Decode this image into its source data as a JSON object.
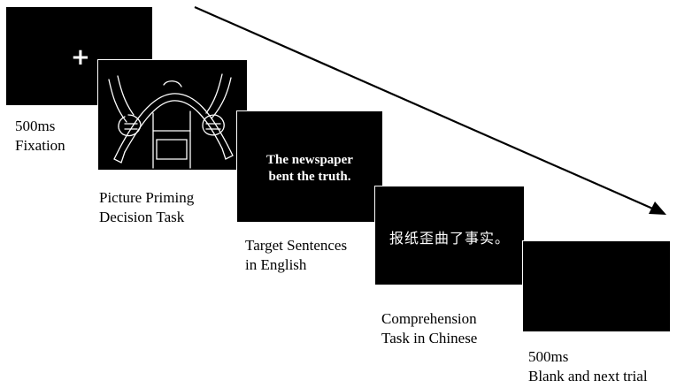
{
  "steps": [
    {
      "id": "fixation",
      "label_line1": "500ms",
      "label_line2": "Fixation",
      "stimulus": "+"
    },
    {
      "id": "priming",
      "label_line1": "Picture Priming",
      "label_line2": "Decision Task",
      "stimulus_icon": "hands-bending-stick-icon"
    },
    {
      "id": "target",
      "label_line1": "Target Sentences",
      "label_line2": "in English",
      "stimulus_line1": "The newspaper",
      "stimulus_line2": "bent the truth."
    },
    {
      "id": "comprehension",
      "label_line1": "Comprehension",
      "label_line2": "Task in Chinese",
      "stimulus": "报纸歪曲了事实。"
    },
    {
      "id": "blank",
      "label_line1": "500ms",
      "label_line2": "Blank and next trial"
    }
  ],
  "colors": {
    "screen": "#000000",
    "text_on_screen": "#ffffff",
    "label": "#000000",
    "arrow": "#000000"
  }
}
